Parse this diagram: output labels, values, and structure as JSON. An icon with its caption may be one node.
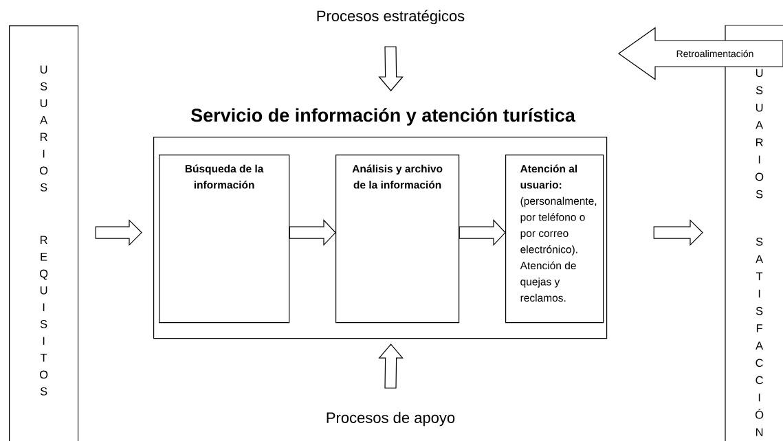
{
  "diagram": {
    "nodes": [
      {
        "text": [
          "USUARIOS",
          "REQUISITOS"
        ]
      },
      {
        "text": [
          "Procesos estratégicos"
        ]
      },
      {
        "text": [
          "USUARIOS",
          "SATISFACCIÓN"
        ]
      },
      {
        "text": [
          "Servicio de información y atención turística"
        ]
      },
      {
        "text": [
          "Búsqueda de la información"
        ],
        "in": 3
      },
      {
        "text": [
          "Análisis y archivo de la información"
        ],
        "in": 3
      },
      {
        "text": [
          "Atención al usuario:",
          "(personalmente, por teléfono o por correo electrónico). Atención de quejas y reclamos."
        ],
        "in": 3
      },
      {
        "text": [
          "Procesos de apoyo"
        ]
      }
    ],
    "edges": [
      {
        "from": 0,
        "to": 3,
        "arrow": "to"
      },
      {
        "from": 4,
        "to": 5,
        "arrow": "to"
      },
      {
        "from": 5,
        "to": 6,
        "arrow": "to"
      },
      {
        "from": 3,
        "to": 2,
        "arrow": "to"
      },
      {
        "from": 1,
        "to": 3,
        "arrow": "to"
      },
      {
        "from": 7,
        "to": 3,
        "arrow": "to"
      },
      {
        "from": 2,
        "to": null,
        "arrow": "to",
        "label": "Retroalimentación"
      }
    ]
  }
}
